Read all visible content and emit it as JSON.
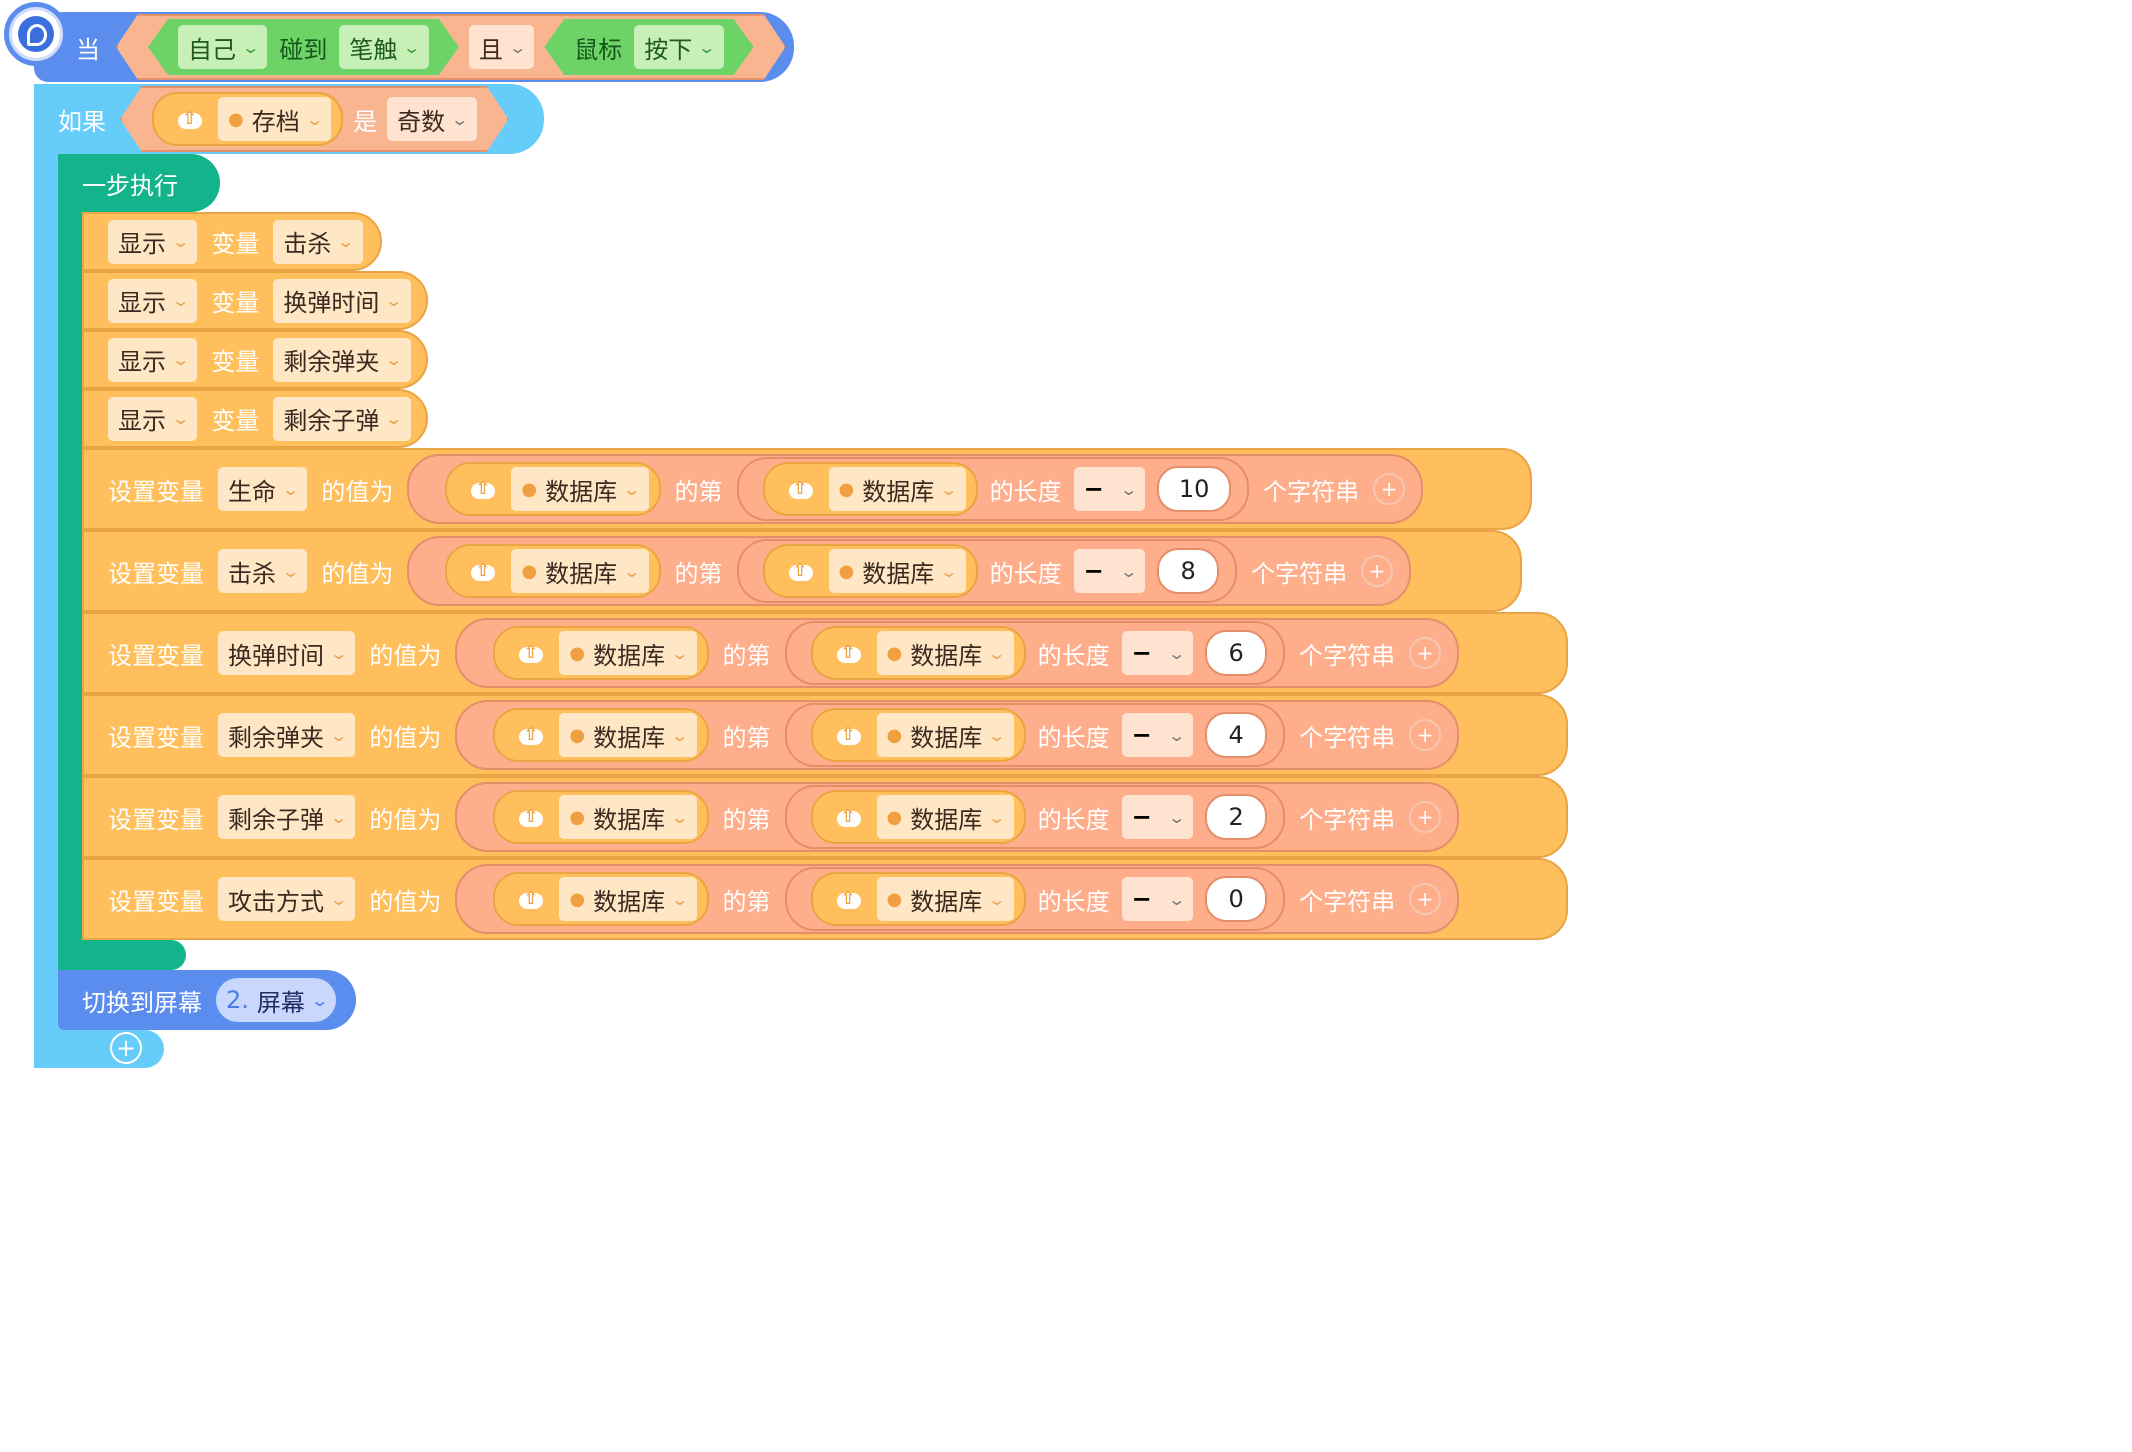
{
  "event": {
    "when": "当",
    "sprite": "自己",
    "touch": "碰到",
    "target": "笔触",
    "and": "且",
    "mouse": "鼠标",
    "action": "按下"
  },
  "if_block": {
    "label": "如果",
    "variable": "存档",
    "is": "是",
    "condition": "奇数"
  },
  "step": {
    "label": "一步执行"
  },
  "show_label": "显示",
  "var_label": "变量",
  "shows": [
    {
      "var": "击杀"
    },
    {
      "var": "换弹时间"
    },
    {
      "var": "剩余弹夹"
    },
    {
      "var": "剩余子弹"
    }
  ],
  "set_prefix": "设置变量",
  "set_suffix": "的值为",
  "db_name": "数据库",
  "of_nth": "的第",
  "length_of": "的长度",
  "minus": "−",
  "char_suffix": "个字符串",
  "sets": [
    {
      "var": "生命",
      "num": "10"
    },
    {
      "var": "击杀",
      "num": "8"
    },
    {
      "var": "换弹时间",
      "num": "6"
    },
    {
      "var": "剩余弹夹",
      "num": "4"
    },
    {
      "var": "剩余子弹",
      "num": "2"
    },
    {
      "var": "攻击方式",
      "num": "0"
    }
  ],
  "switch": {
    "label": "切换到屏幕",
    "screen_num": "2.",
    "screen_name": "屏幕"
  },
  "icons": {
    "add": "+",
    "chevron": "⌄"
  },
  "colors": {
    "event": "#5b8def",
    "control": "#66ccfa",
    "step": "#13b38b",
    "data": "#ffbf5c",
    "value": "#ffae8c",
    "green": "#6dd366"
  }
}
